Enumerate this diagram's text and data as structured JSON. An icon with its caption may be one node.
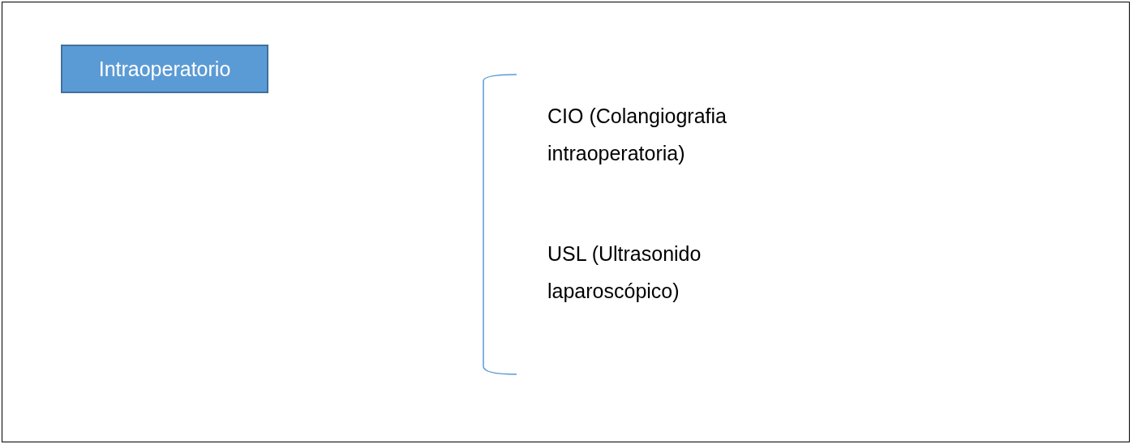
{
  "diagram": {
    "nodes": [
      {
        "text": [
          "Intraoperatorio"
        ]
      }
    ],
    "edges": [],
    "labels": [
      "CIO (Colangiografia intraoperatoria)",
      "USL (Ultrasonido laparoscópico)"
    ]
  }
}
